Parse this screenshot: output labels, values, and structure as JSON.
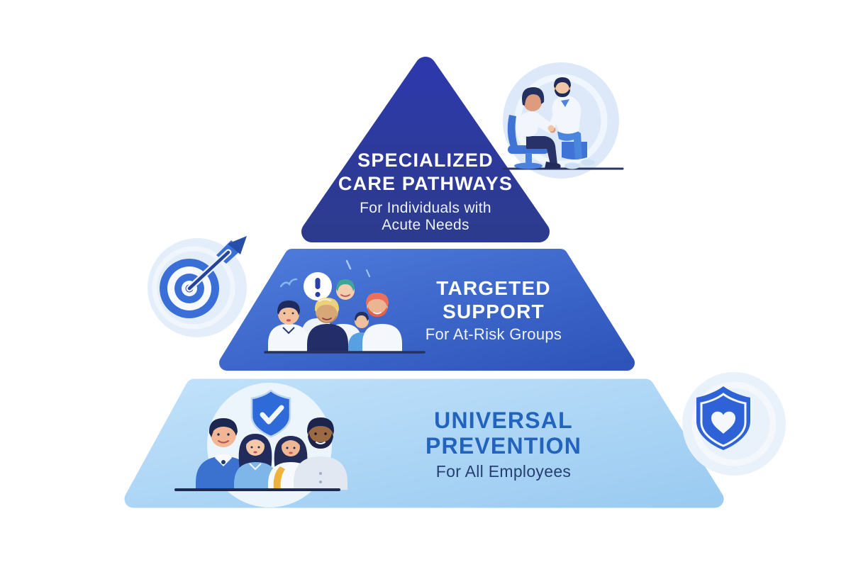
{
  "page": {
    "background_color": "#ffffff",
    "diagram_type": "pyramid-infographic"
  },
  "pyramid": {
    "tiers": [
      {
        "id": "specialized-care-pathways",
        "level": "top",
        "title_line1": "SPECIALIZED",
        "title_line2": "CARE PATHWAYS",
        "subtitle_line1": "For Individuals with",
        "subtitle_line2": "Acute Needs",
        "fill_start": "#2d39ab",
        "fill_end": "#2d3b8e",
        "text_color": "#ffffff"
      },
      {
        "id": "targeted-support",
        "level": "middle",
        "title_line1": "TARGETED",
        "title_line2": "SUPPORT",
        "subtitle_line1": "For At-Risk Groups",
        "fill_start": "#4e7cdc",
        "fill_end": "#2e54ba",
        "text_color": "#ffffff"
      },
      {
        "id": "universal-prevention",
        "level": "bottom",
        "title_line1": "UNIVERSAL",
        "title_line2": "PREVENTION",
        "subtitle_line1": "For All Employees",
        "fill_start": "#c0e1fa",
        "fill_end": "#9bcbf1",
        "title_color": "#2263bd",
        "subtitle_color": "#263e72"
      }
    ],
    "icons": [
      {
        "name": "counseling-illustration",
        "meaning": "two people in a one-on-one counseling session",
        "position": "top-right"
      },
      {
        "name": "target-icon",
        "meaning": "bullseye target with dart",
        "position": "middle-left"
      },
      {
        "name": "alert-group-illustration",
        "meaning": "group of people with exclamation alert bubble",
        "position": "middle-tier-left"
      },
      {
        "name": "employee-group-illustration",
        "meaning": "group of employees under shield with checkmark",
        "position": "bottom-tier-left"
      },
      {
        "name": "shield-heart-icon",
        "meaning": "shield with heart",
        "position": "bottom-right"
      }
    ],
    "accent_colors": {
      "illustration_blue": "#3a6fd8",
      "deep_navy": "#232e63",
      "light_circle": "#e4eefb",
      "shield_blue": "#2e62d6",
      "alert_blue": "#2940a8",
      "yellow_accent": "#eeb23e",
      "coral_accent": "#ea6f5c",
      "teal_accent": "#3fa697"
    }
  }
}
